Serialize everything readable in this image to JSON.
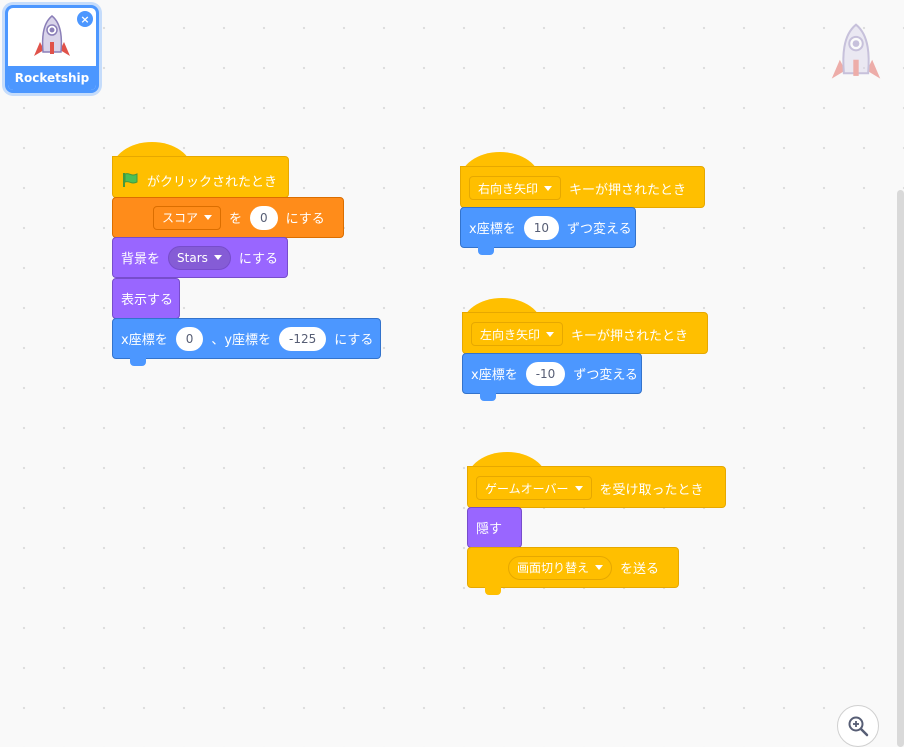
{
  "sprite": {
    "name": "Rocketship",
    "delete_icon": "×"
  },
  "colors": {
    "events": "#ffbf00",
    "variables": "#ff8c1a",
    "looks": "#9966ff",
    "motion": "#4c97ff"
  },
  "script1": {
    "hat_label": "がクリックされたとき",
    "set_var": {
      "var": "スコア",
      "to": "を",
      "value": "0",
      "suffix": "にする"
    },
    "backdrop": {
      "prefix": "背景を",
      "value": "Stars",
      "suffix": "にする"
    },
    "show": "表示する",
    "goto": {
      "prefix": "x座標を",
      "x": "0",
      "mid": "、y座標を",
      "y": "-125",
      "suffix": "にする"
    }
  },
  "script2": {
    "key": "右向き矢印",
    "hat_suffix": "キーが押されたとき",
    "change": {
      "prefix": "x座標を",
      "value": "10",
      "suffix": "ずつ変える"
    }
  },
  "script3": {
    "key": "左向き矢印",
    "hat_suffix": "キーが押されたとき",
    "change": {
      "prefix": "x座標を",
      "value": "-10",
      "suffix": "ずつ変える"
    }
  },
  "script4": {
    "message": "ゲームオーバー",
    "hat_suffix": "を受け取ったとき",
    "hide": "隠す",
    "broadcast": {
      "message": "画面切り替え",
      "suffix": "を送る"
    }
  }
}
